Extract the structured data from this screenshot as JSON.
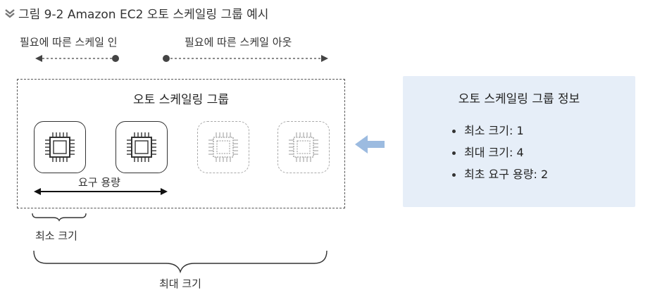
{
  "caption": "그림 9-2 Amazon EC2 오토 스케일링 그룹 예시",
  "scale_in_label": "필요에 따른 스케일 인",
  "scale_out_label": "필요에 따른 스케일 아웃",
  "group": {
    "title": "오토 스케일링 그룹",
    "instances": [
      {
        "state": "active"
      },
      {
        "state": "active"
      },
      {
        "state": "inactive"
      },
      {
        "state": "inactive"
      }
    ],
    "desired_label": "요구 용량"
  },
  "min_label": "최소 크기",
  "max_label": "최대 크기",
  "info": {
    "title": "오토 스케일링 그룹 정보",
    "items": [
      "최소 크기: 1",
      "최대 크기: 4",
      "최초 요구 용량: 2"
    ]
  },
  "colors": {
    "panel": "#e6eef8",
    "arrow_blue": "#9cbbe0",
    "active": "#333333",
    "inactive": "#aaaaaa"
  }
}
